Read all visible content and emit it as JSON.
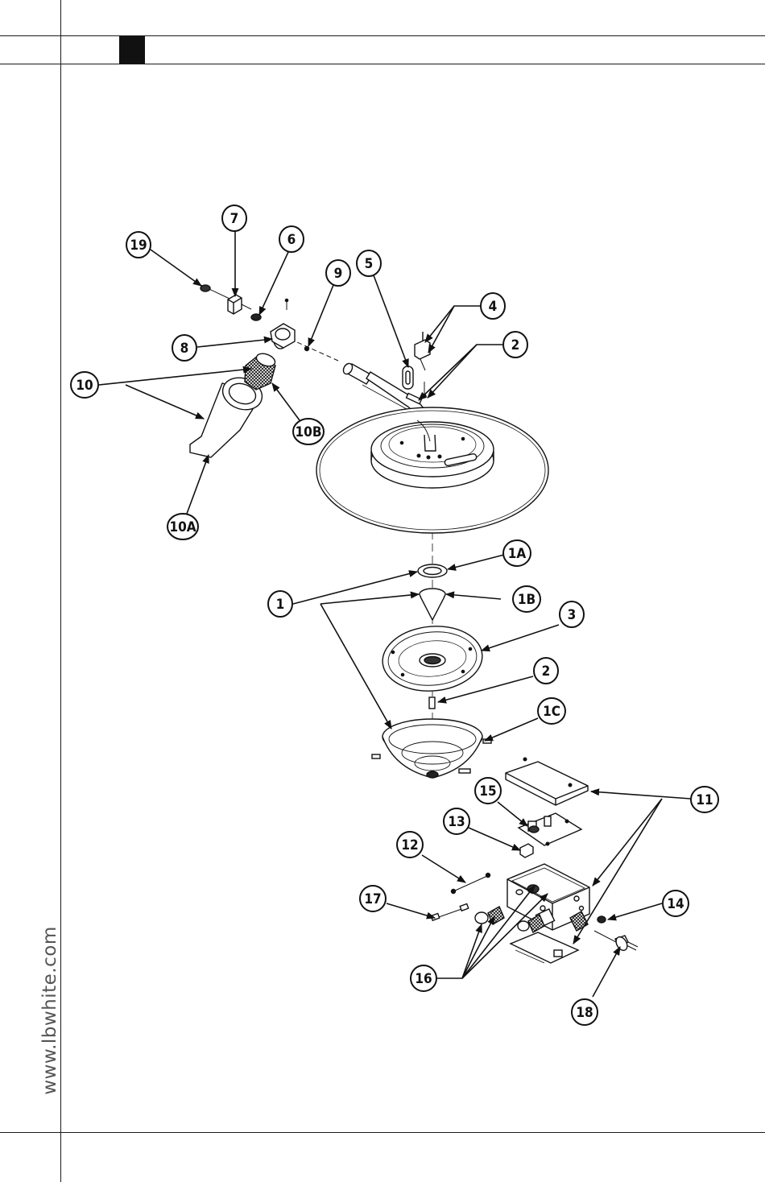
{
  "page": {
    "website": "www.lbwhite.com"
  },
  "callouts": [
    {
      "id": "c19",
      "label": "19",
      "name": "callout-19"
    },
    {
      "id": "c7",
      "label": "7",
      "name": "callout-7"
    },
    {
      "id": "c6",
      "label": "6",
      "name": "callout-6"
    },
    {
      "id": "c9",
      "label": "9",
      "name": "callout-9"
    },
    {
      "id": "c5",
      "label": "5",
      "name": "callout-5"
    },
    {
      "id": "c4",
      "label": "4",
      "name": "callout-4"
    },
    {
      "id": "c2a",
      "label": "2",
      "name": "callout-2-top"
    },
    {
      "id": "c8",
      "label": "8",
      "name": "callout-8"
    },
    {
      "id": "c10",
      "label": "10",
      "name": "callout-10"
    },
    {
      "id": "c10b",
      "label": "10B",
      "name": "callout-10b"
    },
    {
      "id": "c10a",
      "label": "10A",
      "name": "callout-10a"
    },
    {
      "id": "c1a",
      "label": "1A",
      "name": "callout-1a"
    },
    {
      "id": "c1",
      "label": "1",
      "name": "callout-1"
    },
    {
      "id": "c1b",
      "label": "1B",
      "name": "callout-1b"
    },
    {
      "id": "c3",
      "label": "3",
      "name": "callout-3"
    },
    {
      "id": "c2b",
      "label": "2",
      "name": "callout-2-lower"
    },
    {
      "id": "c1c",
      "label": "1C",
      "name": "callout-1c"
    },
    {
      "id": "c11",
      "label": "11",
      "name": "callout-11"
    },
    {
      "id": "c15",
      "label": "15",
      "name": "callout-15"
    },
    {
      "id": "c13",
      "label": "13",
      "name": "callout-13"
    },
    {
      "id": "c12",
      "label": "12",
      "name": "callout-12"
    },
    {
      "id": "c17",
      "label": "17",
      "name": "callout-17"
    },
    {
      "id": "c14",
      "label": "14",
      "name": "callout-14"
    },
    {
      "id": "c16",
      "label": "16",
      "name": "callout-16"
    },
    {
      "id": "c18",
      "label": "18",
      "name": "callout-18"
    }
  ]
}
